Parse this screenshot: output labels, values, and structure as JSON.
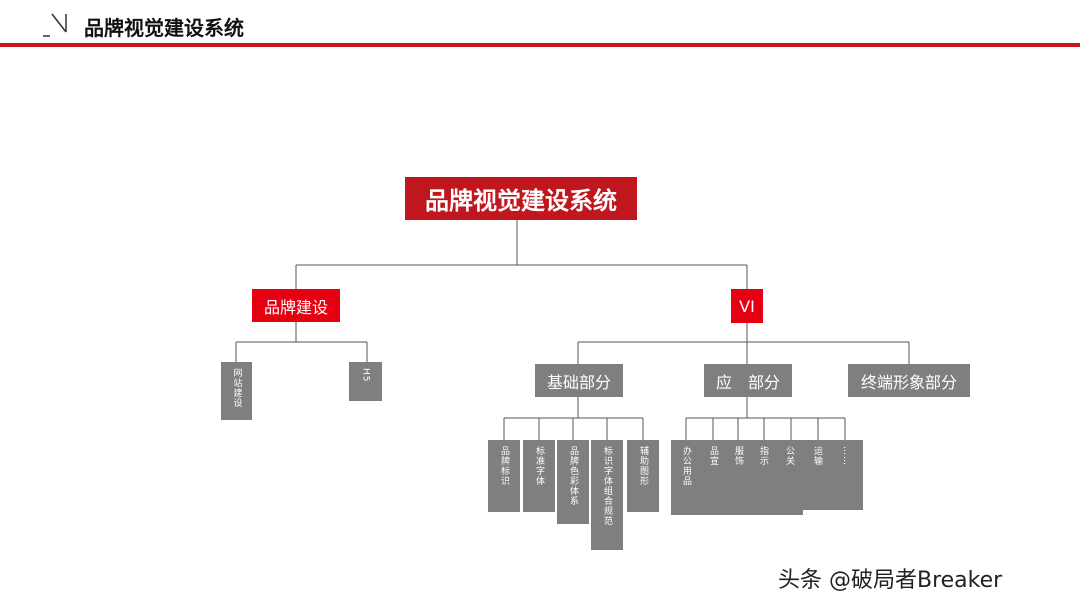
{
  "header": {
    "title": "品牌视觉建设系统"
  },
  "root": "品牌视觉建设系统",
  "branches": {
    "brand": {
      "label": "品牌建设",
      "children": [
        "网站建设",
        "H5"
      ]
    },
    "vi": {
      "label": "VI",
      "groups": {
        "basic": {
          "label": "基础部分",
          "children": [
            "品牌标识",
            "标准字体",
            "品牌色彩体系",
            "标识字体组合规范",
            "辅助图形"
          ]
        },
        "application": {
          "label": "应　部分",
          "children": [
            "办公用品",
            "品宣",
            "服饰",
            "指示",
            "公关",
            "运输",
            "……"
          ]
        },
        "terminal": {
          "label": "终端形象部分"
        }
      }
    }
  },
  "watermark": "头条 @破局者Breaker",
  "colors": {
    "accent": "#c8161d",
    "red_box": "#e60012",
    "gray_box": "#7f7f7f"
  }
}
